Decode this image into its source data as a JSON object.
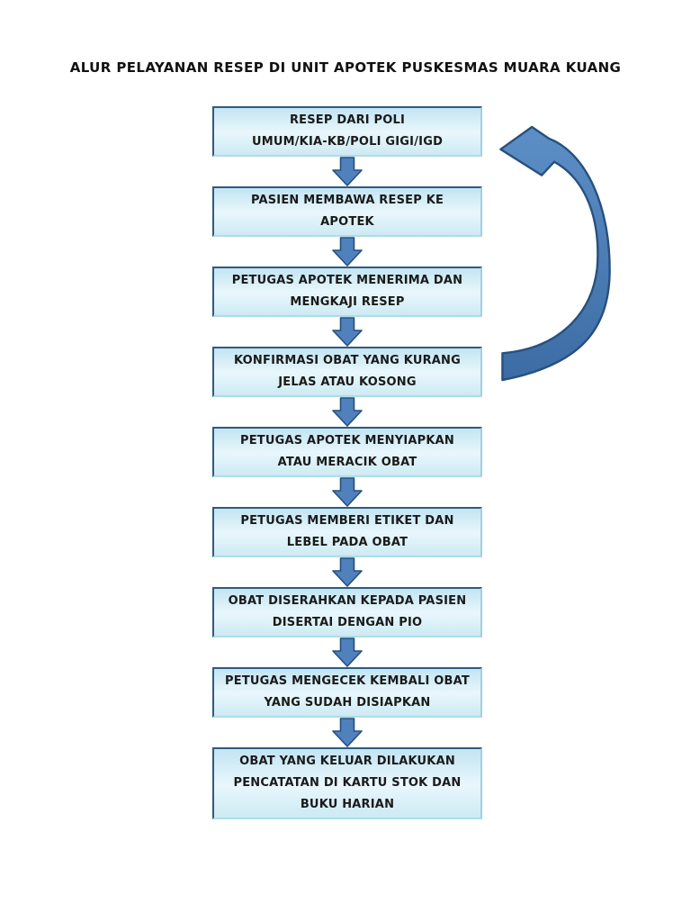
{
  "page": {
    "title": "ALUR PELAYANAN RESEP DI UNIT APOTEK PUSKESMAS MUARA KUANG"
  },
  "flowchart": {
    "steps": [
      {
        "lines": [
          "RESEP DARI POLI",
          "UMUM/KIA-KB/POLI GIGI/IGD"
        ]
      },
      {
        "lines": [
          "PASIEN MEMBAWA RESEP KE",
          "APOTEK"
        ]
      },
      {
        "lines": [
          "PETUGAS APOTEK MENERIMA DAN",
          "MENGKAJI RESEP"
        ]
      },
      {
        "lines": [
          "KONFIRMASI OBAT YANG KURANG",
          "JELAS ATAU KOSONG"
        ]
      },
      {
        "lines": [
          "PETUGAS APOTEK MENYIAPKAN",
          "ATAU MERACIK OBAT"
        ]
      },
      {
        "lines": [
          "PETUGAS MEMBERI ETIKET DAN",
          "LEBEL PADA OBAT"
        ]
      },
      {
        "lines": [
          "OBAT DISERAHKAN KEPADA PASIEN",
          "DISERTAI DENGAN PIO"
        ]
      },
      {
        "lines": [
          "PETUGAS MENGECEK KEMBALI OBAT",
          "YANG SUDAH DISIAPKAN"
        ]
      },
      {
        "lines": [
          "OBAT YANG KELUAR DILAKUKAN",
          "PENCATATAN DI KARTU STOK DAN",
          "BUKU HARIAN"
        ]
      }
    ],
    "loop_arrow": {
      "from_step": 4,
      "to_step": 1,
      "shape": "curved-left-arrow"
    }
  },
  "colors": {
    "box_fill_top": "#c2e4f2",
    "box_fill_mid": "#e9f7fc",
    "box_fill_bottom": "#cdeaf4",
    "box_border_dark": "#2f5b7d",
    "box_border_light": "#aedcea",
    "arrow_fill_light": "#5d8fc7",
    "arrow_fill_dark": "#3c6ca3",
    "arrow_stroke": "#27507e",
    "text": "#1a1a1a"
  }
}
